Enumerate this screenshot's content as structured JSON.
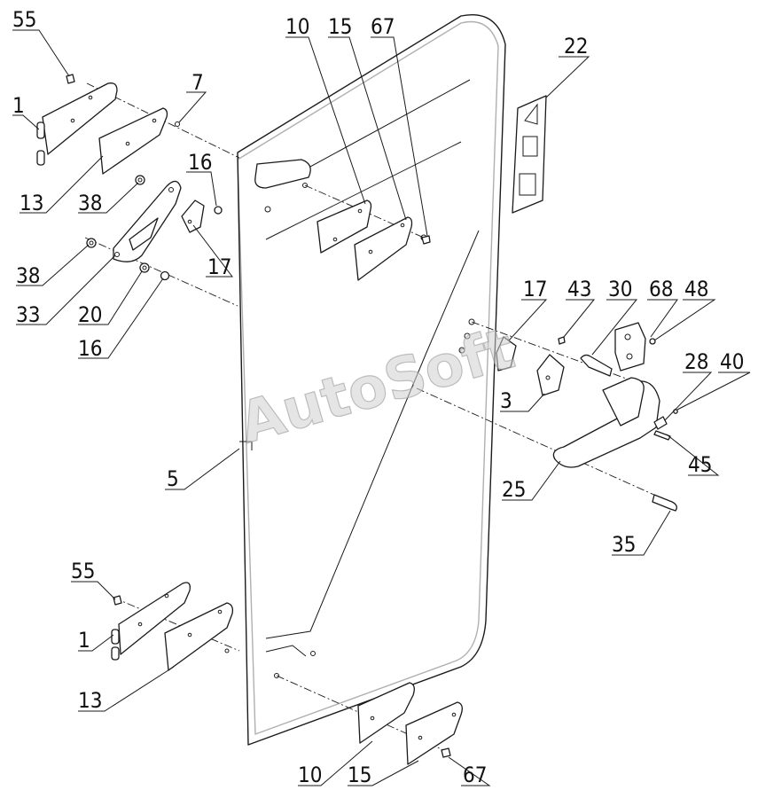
{
  "watermark": "AutoSoft",
  "callouts": [
    {
      "id": "c55a",
      "text": "55"
    },
    {
      "id": "c1a",
      "text": "1"
    },
    {
      "id": "c13a",
      "text": "13"
    },
    {
      "id": "c38a",
      "text": "38"
    },
    {
      "id": "c38b",
      "text": "38"
    },
    {
      "id": "c33",
      "text": "33"
    },
    {
      "id": "c20",
      "text": "20"
    },
    {
      "id": "c16a",
      "text": "16"
    },
    {
      "id": "c16b",
      "text": "16"
    },
    {
      "id": "c7",
      "text": "7"
    },
    {
      "id": "c17a",
      "text": "17"
    },
    {
      "id": "c10a",
      "text": "10"
    },
    {
      "id": "c15a",
      "text": "15"
    },
    {
      "id": "c67a",
      "text": "67"
    },
    {
      "id": "c22",
      "text": "22"
    },
    {
      "id": "c17b",
      "text": "17"
    },
    {
      "id": "c43",
      "text": "43"
    },
    {
      "id": "c30",
      "text": "30"
    },
    {
      "id": "c68",
      "text": "68"
    },
    {
      "id": "c48",
      "text": "48"
    },
    {
      "id": "c3",
      "text": "3"
    },
    {
      "id": "c28",
      "text": "28"
    },
    {
      "id": "c40",
      "text": "40"
    },
    {
      "id": "c45",
      "text": "45"
    },
    {
      "id": "c25",
      "text": "25"
    },
    {
      "id": "c35",
      "text": "35"
    },
    {
      "id": "c5",
      "text": "5"
    },
    {
      "id": "c55b",
      "text": "55"
    },
    {
      "id": "c1b",
      "text": "1"
    },
    {
      "id": "c13b",
      "text": "13"
    },
    {
      "id": "c10b",
      "text": "10"
    },
    {
      "id": "c15b",
      "text": "15"
    },
    {
      "id": "c67b",
      "text": "67"
    }
  ]
}
